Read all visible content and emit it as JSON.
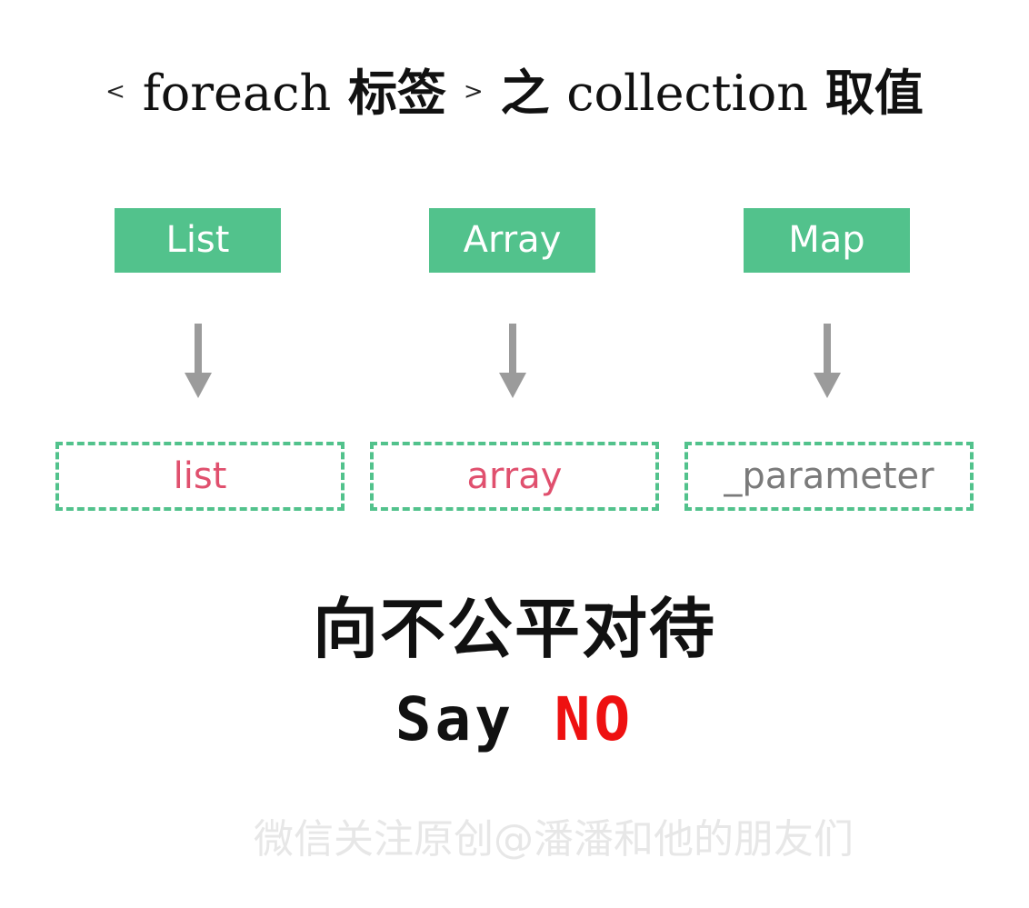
{
  "title": {
    "open_angle": "<",
    "keyword": "foreach",
    "tag_word": "标签",
    "close_angle": ">",
    "connector": "之",
    "collection": "collection",
    "value_word": "取值"
  },
  "sources": [
    {
      "label": "List"
    },
    {
      "label": "Array"
    },
    {
      "label": "Map"
    }
  ],
  "targets": [
    {
      "label": "list",
      "color": "#e0506e"
    },
    {
      "label": "array",
      "color": "#e0506e"
    },
    {
      "label": "_parameter",
      "color": "#7a7a7a"
    }
  ],
  "slogan": {
    "line1": "向不公平对待",
    "say": "Say",
    "no": "NO"
  },
  "watermark": "微信关注原创@潘潘和他的朋友们",
  "colors": {
    "accent_green": "#52c28c",
    "arrow_gray": "#9b9b9b",
    "pink": "#e0506e",
    "no_red": "#ee1111"
  }
}
